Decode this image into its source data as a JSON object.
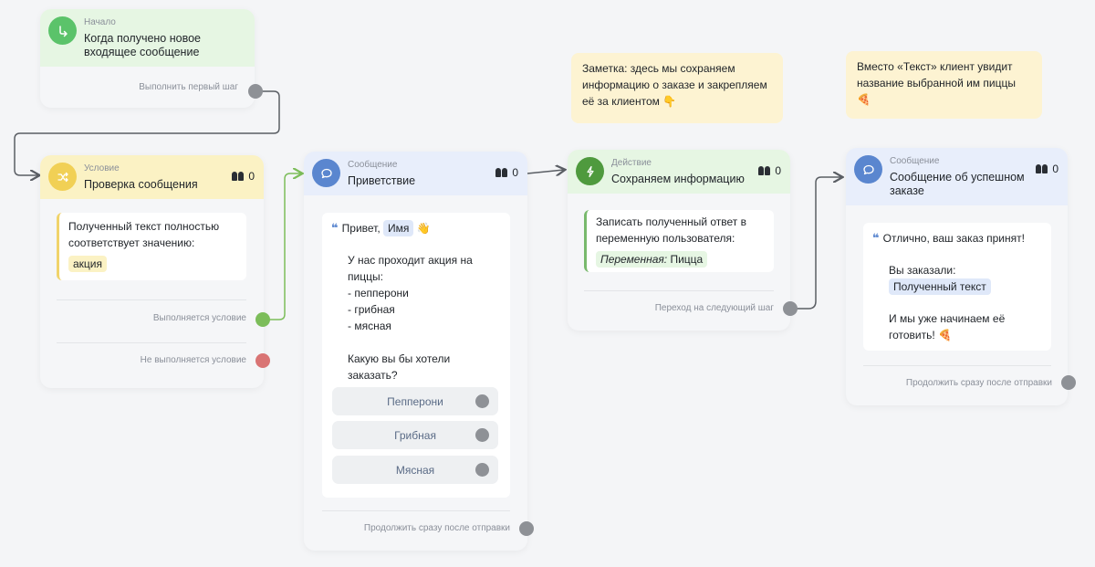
{
  "start": {
    "sub": "Начало",
    "title": "Когда получено новое входящее сообщение",
    "footer": "Выполнить первый шаг"
  },
  "condition": {
    "sub": "Условие",
    "title": "Проверка сообщения",
    "count": "0",
    "text": "Полученный текст полностью соответствует значению:",
    "chip": "акция",
    "yes_label": "Выполняется условие",
    "no_label": "Не выполняется условие"
  },
  "greeting": {
    "sub": "Сообщение",
    "title": "Приветствие",
    "count": "0",
    "hello": "Привет,",
    "name_chip": "Имя",
    "hand": "👋",
    "line1": "У нас проходит акция на пиццы:",
    "line2": "- пепперони",
    "line3": "- грибная",
    "line4": "- мясная",
    "question": "Какую вы бы хотели заказать?",
    "options": [
      "Пепперони",
      "Грибная",
      "Мясная"
    ],
    "footer": "Продолжить сразу после отправки"
  },
  "action": {
    "sub": "Действие",
    "title": "Сохраняем информацию",
    "count": "0",
    "text": "Записать полученный ответ в переменную пользователя:",
    "var_label": "Переменная:",
    "var_value": "Пицца",
    "footer": "Переход на следующий шаг"
  },
  "note1": {
    "text": "Заметка: здесь мы сохраняем информацию о заказе и закрепляем её за клиентом 👇"
  },
  "note2": {
    "text": "Вместо «Текст» клиент увидит название выбранной им пиццы 🍕"
  },
  "success": {
    "sub": "Сообщение",
    "title": "Сообщение об успешном заказе",
    "count": "0",
    "line1": "Отлично, ваш заказ принят!",
    "line2": "Вы заказали:",
    "chip": "Полученный текст",
    "line3": "И мы уже начинаем её готовить! 🍕",
    "footer": "Продолжить сразу после отправки"
  },
  "colors": {
    "wire": "#5a5e64",
    "wire_green": "#7cbd5a",
    "accent_blue": "#5a86cf"
  }
}
